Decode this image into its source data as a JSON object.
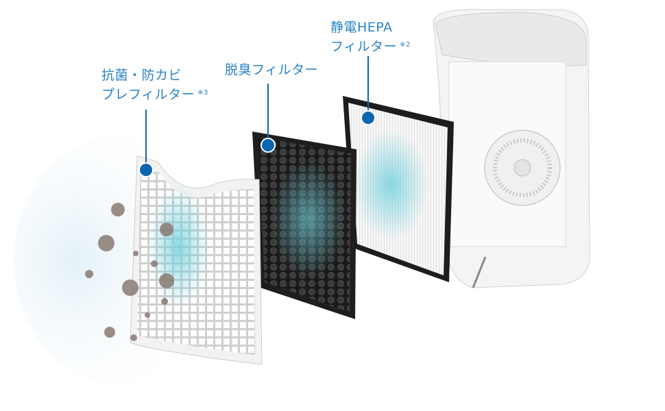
{
  "colors": {
    "label": "#2b82c4",
    "leader": "#0c66b0",
    "carbon": "#1e1e1e",
    "airflow": "#7fd3e0"
  },
  "labels": {
    "prefilter": {
      "line1": "抗菌・防カビ",
      "line2": "プレフィルター",
      "note": "※3"
    },
    "deodorizing": {
      "line1": "脱臭フィルター"
    },
    "hepa": {
      "line1": "静電HEPA",
      "line2": "フィルター",
      "note": "※2"
    }
  }
}
